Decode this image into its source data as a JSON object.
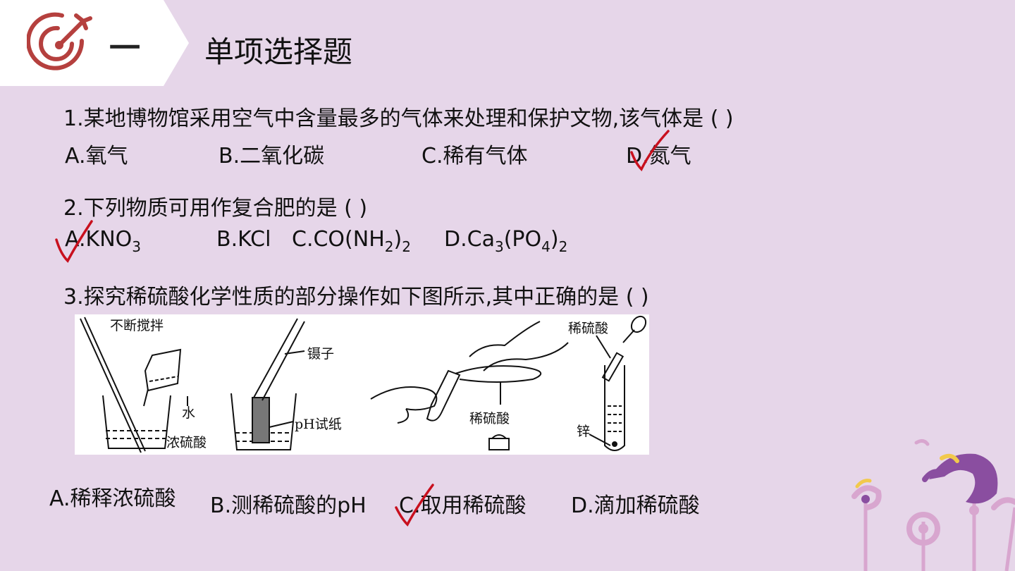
{
  "header": {
    "section_number": "一",
    "section_title": "单项选择题"
  },
  "questions": [
    {
      "text": "1.某地博物馆采用空气中含量最多的气体来处理和保护文物,该气体是 (        )",
      "options": [
        "A.氧气",
        "B.二氧化碳",
        "C.稀有气体",
        "D.氮气"
      ]
    },
    {
      "text": "2.下列物质可用作复合肥的是 (        )",
      "options": [
        {
          "prefix": "A.KNO",
          "sub": "3"
        },
        {
          "prefix": "B.KCl"
        },
        {
          "prefix": "C.CO(NH",
          "sub": "2",
          "suffix": ")",
          "sub2": "2"
        },
        {
          "prefix": "D.Ca",
          "sub": "3",
          "mid": "(PO",
          "sub2": "4",
          "suffix": ")",
          "sub3": "2"
        }
      ]
    },
    {
      "text": "3.探究稀硫酸化学性质的部分操作如下图所示,其中正确的是 (        )",
      "figure_labels": [
        "不断搅拌",
        "水",
        "浓硫酸",
        "镊子",
        "pH试纸",
        "稀硫酸",
        "稀硫酸",
        "锌"
      ],
      "options": [
        "A.稀释浓硫酸",
        "B.测稀硫酸的pH",
        "C.取用稀硫酸",
        "D.滴加稀硫酸"
      ]
    }
  ],
  "colors": {
    "background": "#e6d6e9",
    "tab": "#ffffff",
    "icon": "#b5403e",
    "check": "#c8101e",
    "deco_purple": "#8a4ea0",
    "deco_pink": "#d8a6cf",
    "deco_yellow": "#f2c94c"
  }
}
